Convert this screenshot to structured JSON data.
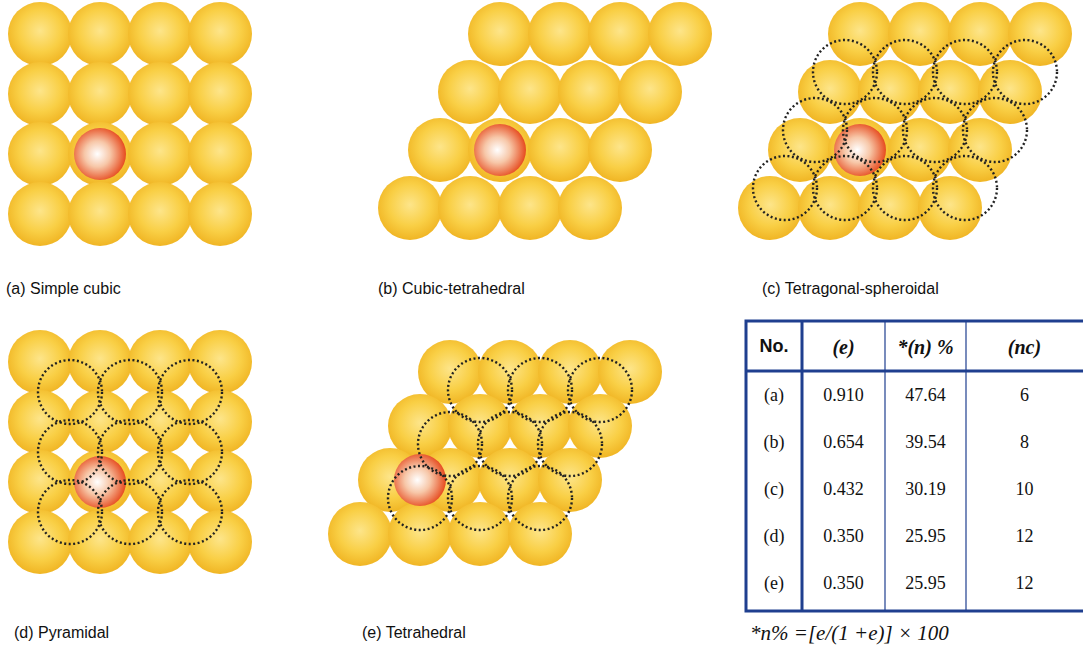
{
  "diagram": {
    "labels": [
      "(a) Simple cubic",
      "(b) Cubic-tetrahedral",
      "(c) Tetragonal-spheroidal",
      "(d) Pyramidal",
      "(e) Tetrahedral",
      "No.",
      "(e)",
      "*(n) %",
      "(nc)",
      "(a)",
      "0.910",
      "47.64",
      "6",
      "(b)",
      "0.654",
      "39.54",
      "8",
      "(c)",
      "0.432",
      "30.19",
      "10",
      "(d)",
      "0.350",
      "25.95",
      "12",
      "(e)",
      "0.350",
      "25.95",
      "12",
      "*n% =[e/(1 +e)] × 100"
    ]
  }
}
